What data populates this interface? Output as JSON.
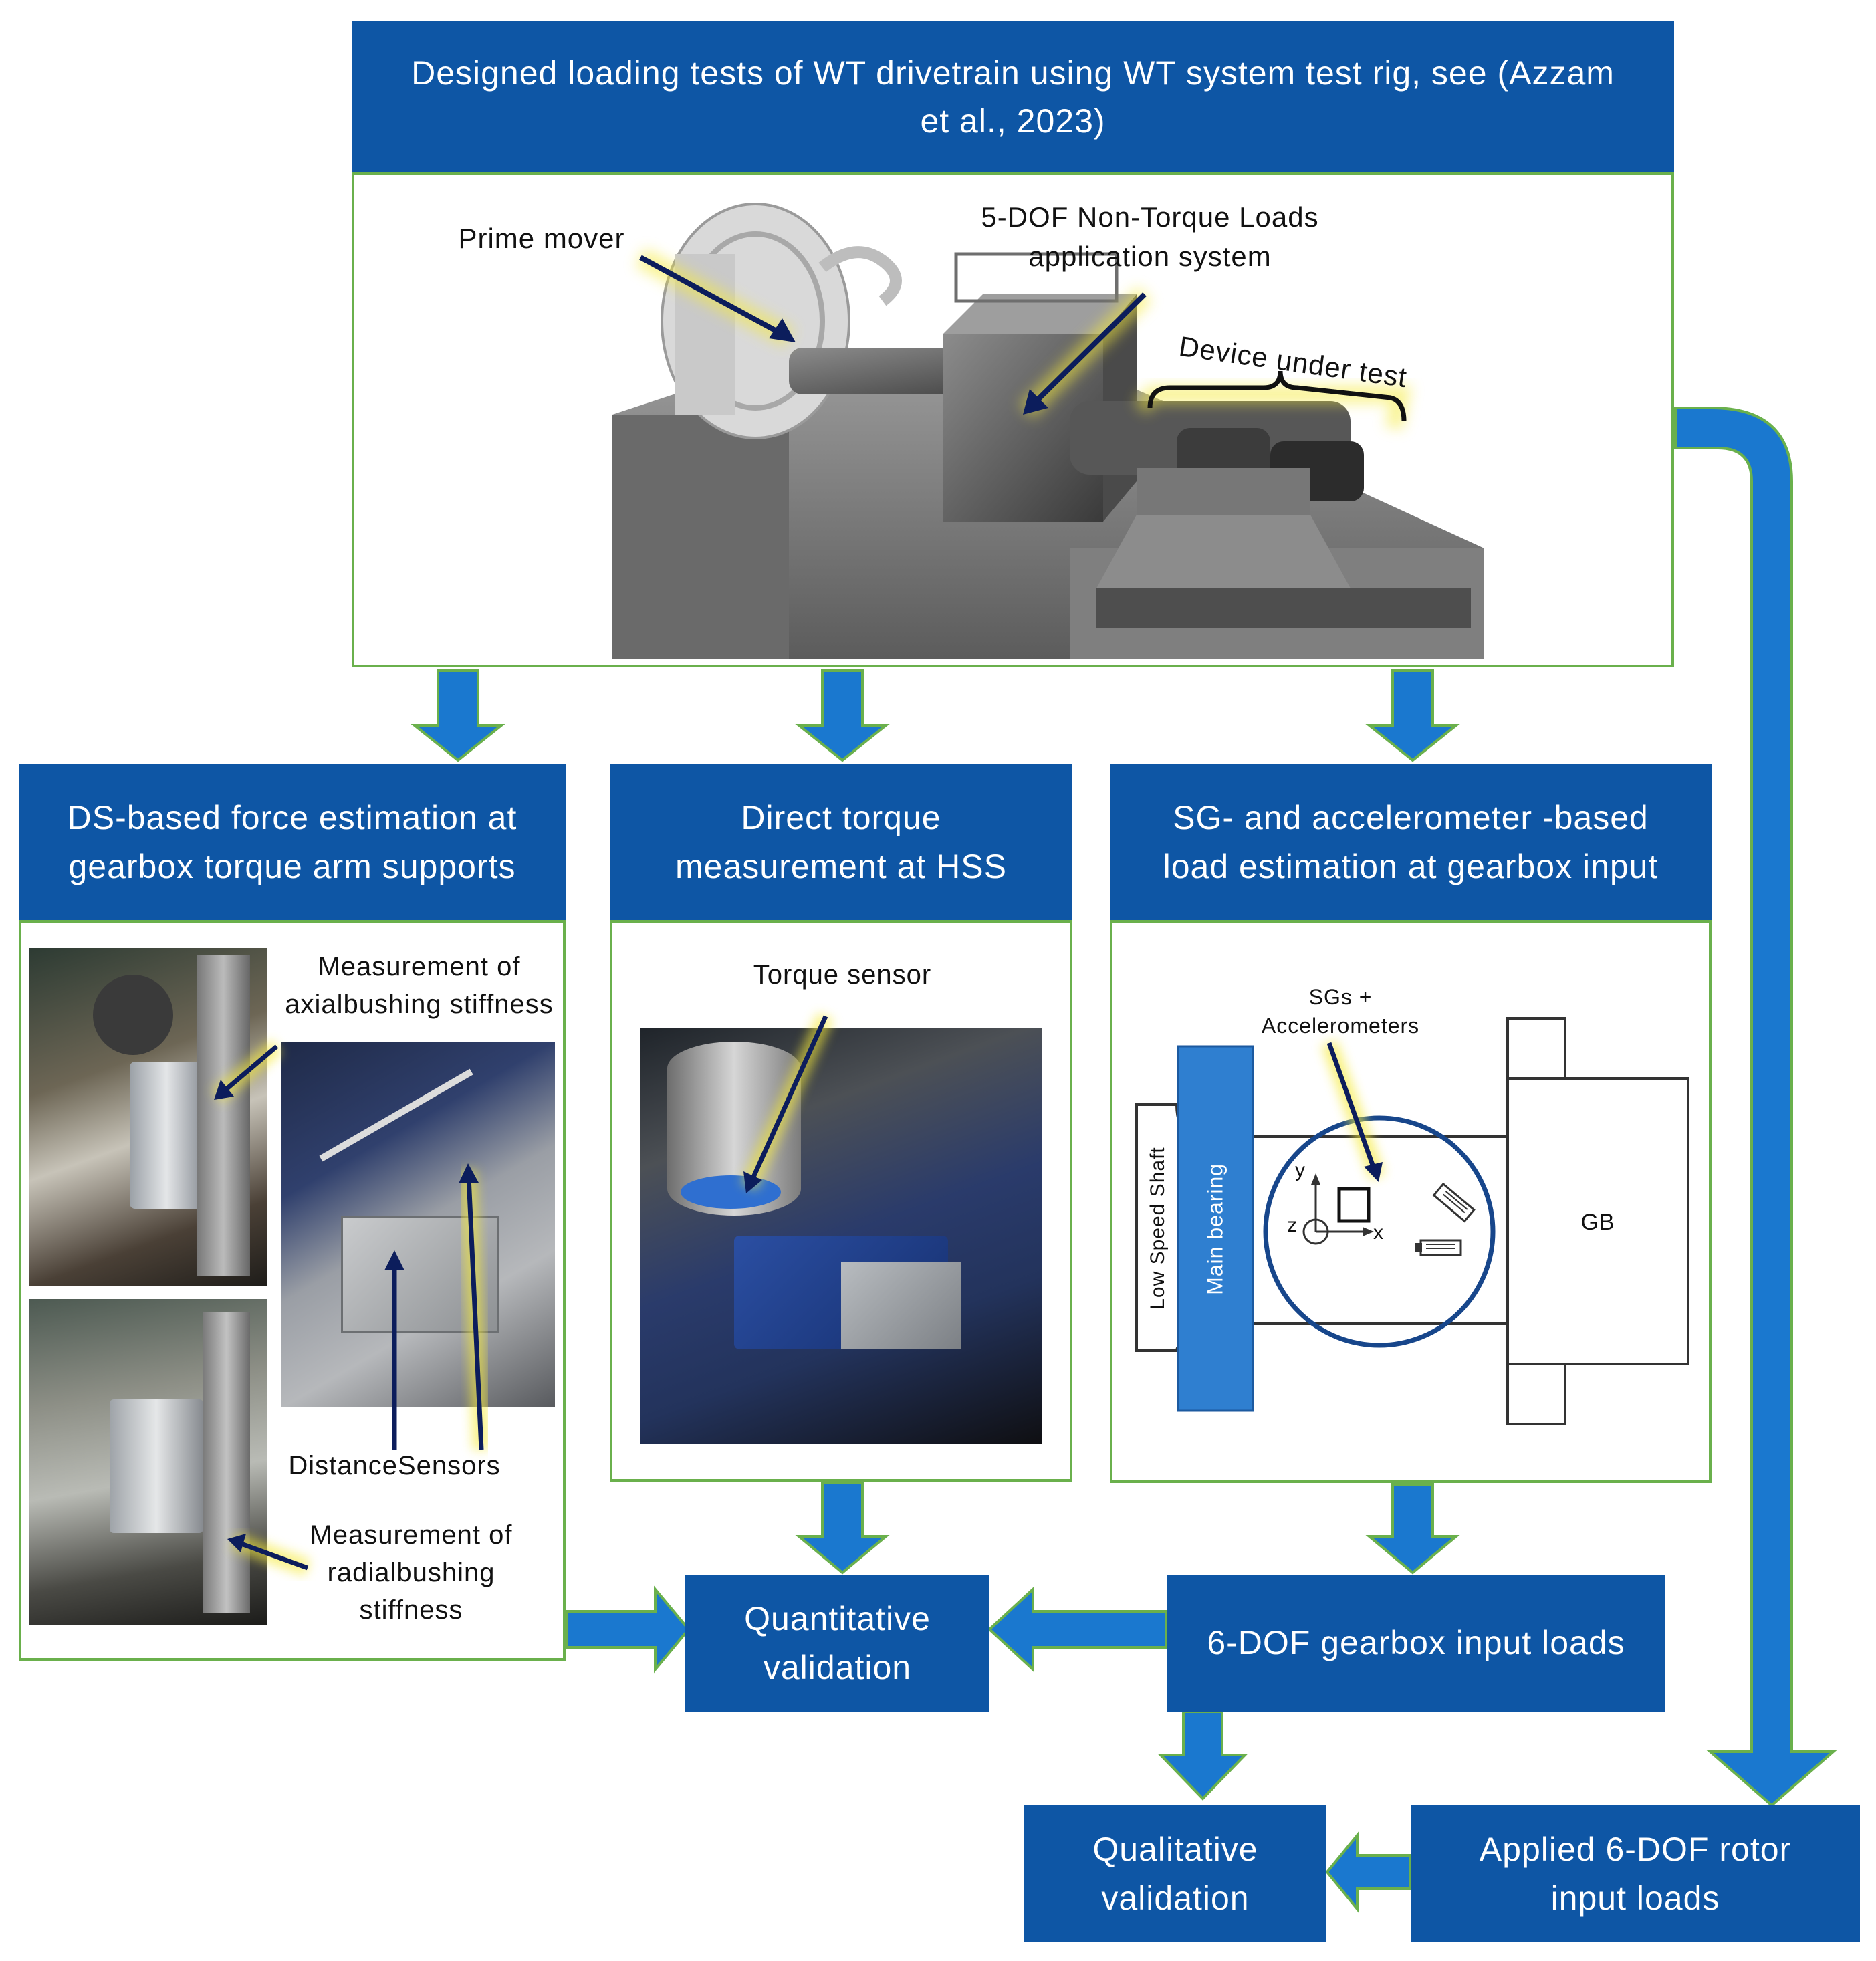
{
  "top": {
    "title": "Designed loading tests of WT drivetrain using WT system test rig, see (Azzam et al., 2023)",
    "labels": {
      "prime_mover": "Prime mover",
      "loads_system": "5-DOF Non-Torque Loads application system",
      "device_under_test": "Device under test"
    }
  },
  "left": {
    "title": "DS-based force estimation at gearbox torque arm supports",
    "labels": {
      "axial": "Measurement of axialbushing stiffness",
      "distance": "DistanceSensors",
      "radial": "Measurement of radialbushing stiffness"
    }
  },
  "middle": {
    "title": "Direct torque measurement at HSS",
    "labels": {
      "torque_sensor": "Torque sensor"
    }
  },
  "right": {
    "title": "SG- and accelerometer -based load estimation at gearbox input",
    "labels": {
      "sgs": "SGs + Accelerometers",
      "low_speed_shaft": "Low Speed Shaft",
      "main_bearing": "Main bearing",
      "gb": "GB",
      "axis_x": "x",
      "axis_y": "y",
      "axis_z": "z"
    }
  },
  "boxes": {
    "quantitative": "Quantitative validation",
    "gearbox_loads": "6-DOF gearbox input loads",
    "qualitative": "Qualitative validation",
    "rotor_loads": "Applied 6-DOF rotor input loads"
  },
  "colors": {
    "header_blue": "#0e56a5",
    "arrow_blue": "#1a78cf",
    "panel_green": "#6ab04c",
    "highlight_yellow": "#f5ea3a"
  }
}
